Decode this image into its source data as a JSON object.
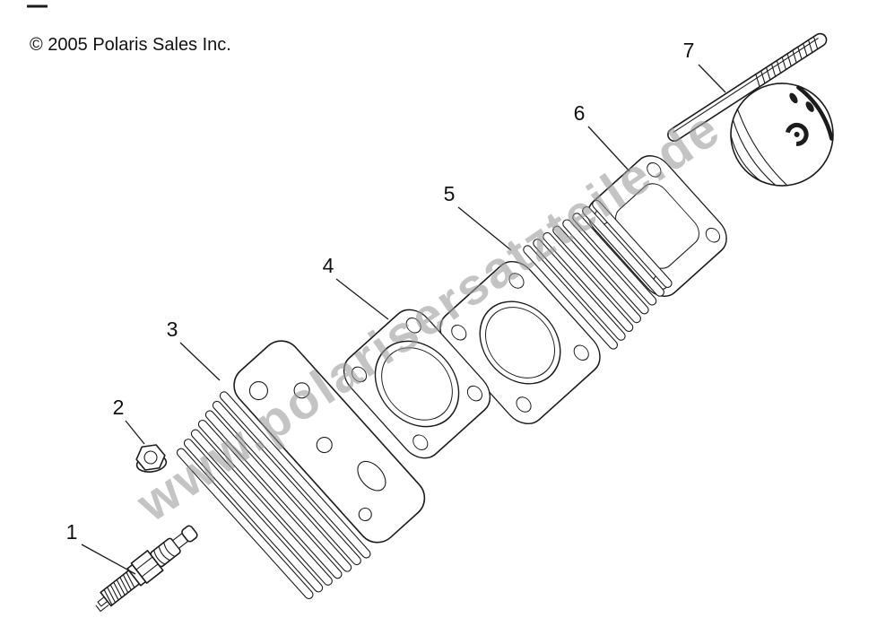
{
  "copyright": "© 2005 Polaris Sales Inc.",
  "watermark": "www.polarisersatzteile.de",
  "diagram": {
    "callouts": [
      {
        "label": "1"
      },
      {
        "label": "2"
      },
      {
        "label": "3"
      },
      {
        "label": "4"
      },
      {
        "label": "5"
      },
      {
        "label": "6"
      },
      {
        "label": "7"
      }
    ]
  },
  "colors": {
    "line": "#1c1c1c",
    "watermark": "#9a9a9a",
    "text": "#111111",
    "background": "#ffffff"
  }
}
